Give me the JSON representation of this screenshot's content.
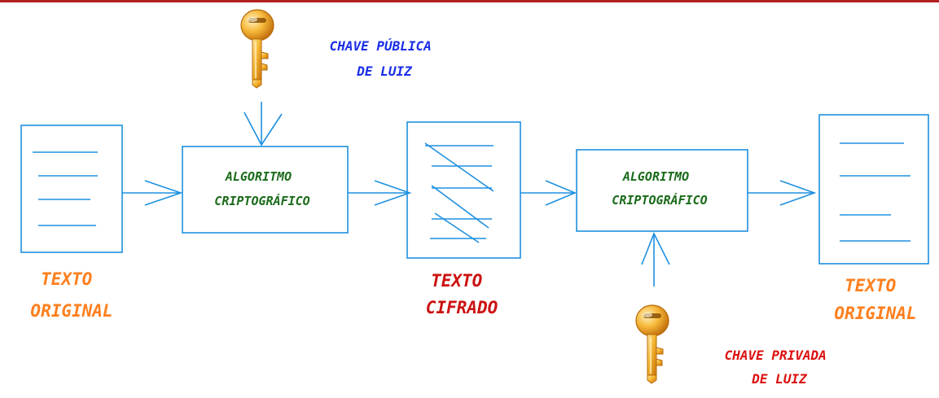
{
  "diagram": {
    "colors": {
      "line": "#1e90e0",
      "top_rule": "#b22222",
      "orange_label": "#ff7f1e",
      "red_label": "#cc1111",
      "algo_label": "#1a6b1a",
      "public_key_label": "#1a2ee6",
      "private_key_label": "#dd1111",
      "key_gold": "#f0a020"
    },
    "labels": {
      "plain_left": [
        "TEXTO",
        "ORIGINAL"
      ],
      "cipher": [
        "TEXTO",
        "CIFRADO"
      ],
      "plain_right": [
        "TEXTO",
        "ORIGINAL"
      ],
      "algo_1": [
        "ALGORITMO",
        "CRIPTOGRÁFICO"
      ],
      "algo_2": [
        "ALGORITMO",
        "CRIPTOGRÁFICO"
      ],
      "public_key": [
        "CHAVE PÚBLICA",
        "DE LUIZ"
      ],
      "private_key": [
        "CHAVE PRIVADA",
        "DE LUIZ"
      ]
    },
    "icons": {
      "public_key": "gold-key-icon",
      "private_key": "gold-key-icon"
    }
  }
}
